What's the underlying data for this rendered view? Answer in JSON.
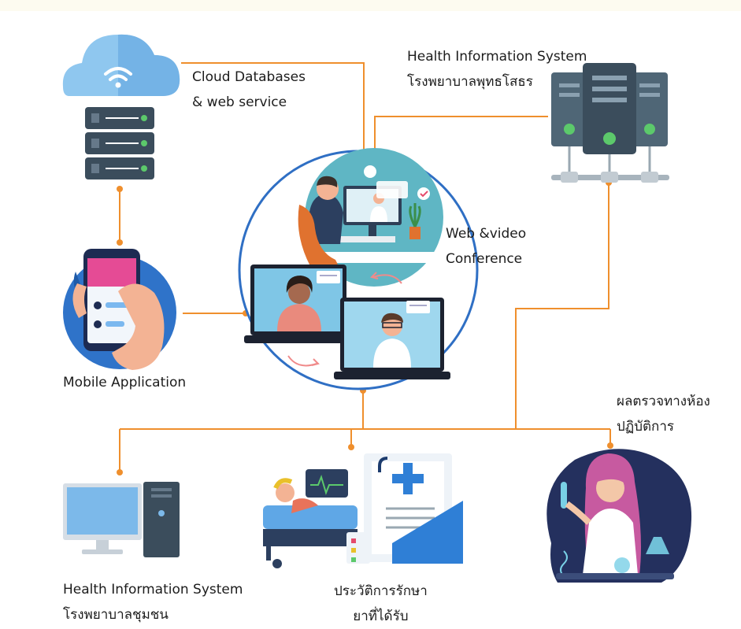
{
  "nodes": {
    "cloud": {
      "line1": "Cloud Databases",
      "line2": "& web service"
    },
    "his_hospital": {
      "line1": "Health Information System",
      "line2": "โรงพยาบาลพุทธโสธร"
    },
    "video": {
      "line1": "Web &video",
      "line2": "Conference"
    },
    "mobile": {
      "label": "Mobile Application"
    },
    "lab": {
      "line1": "ผลตรวจทางห้อง",
      "line2": "ปฏิบัติการ"
    },
    "his_community": {
      "line1": "Health Information System",
      "line2": "โรงพยาบาลชุมชน"
    },
    "records": {
      "line1": "ประวัติการรักษา",
      "line2": "ยาที่ได้รับ"
    }
  },
  "colors": {
    "connector": "#ef8f2d",
    "ring": "#2f6fc4",
    "server_dark": "#3b4d5c",
    "server_mid": "#4f6676",
    "accent_blue": "#3f8ee0",
    "accent_green": "#5cc96b"
  }
}
